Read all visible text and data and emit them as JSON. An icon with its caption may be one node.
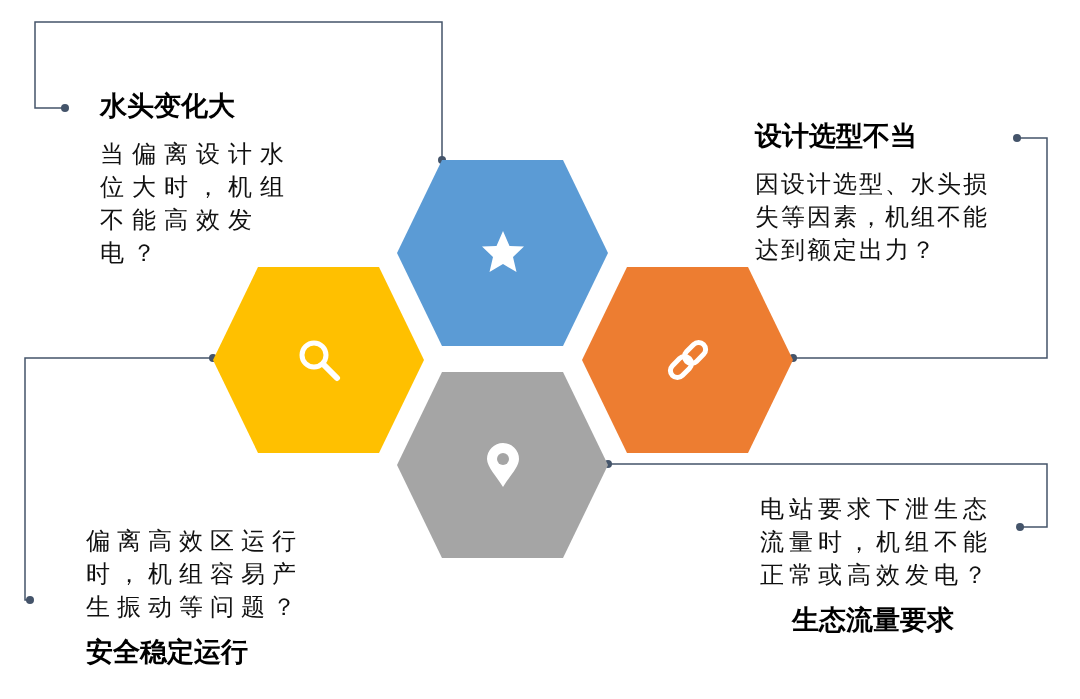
{
  "diagram": {
    "nodes": [
      {
        "text": [
          "水头变化大",
          "当偏离设计水位大时，机组不能高效发电？"
        ]
      },
      {
        "text": [],
        "shape": "hexagon"
      },
      {
        "text": [
          "设计选型不当",
          "因设计选型、水头损失等因素，机组不能达到额定出力？"
        ]
      },
      {
        "text": [],
        "shape": "hexagon"
      },
      {
        "text": [],
        "shape": "hexagon"
      },
      {
        "text": [],
        "shape": "hexagon"
      },
      {
        "text": [
          "偏离高效区运行时，机组容易产生振动等问题？",
          "安全稳定运行"
        ]
      },
      {
        "text": [
          "电站要求下泄生态流量时，机组不能正常或高效发电？",
          "生态流量要求"
        ]
      }
    ],
    "edges": [
      {
        "from": 0,
        "to": 1,
        "arrow": "other"
      },
      {
        "from": 2,
        "to": 4,
        "arrow": "other"
      },
      {
        "from": 6,
        "to": 3,
        "arrow": "other"
      },
      {
        "from": 7,
        "to": 5,
        "arrow": "other"
      }
    ]
  }
}
